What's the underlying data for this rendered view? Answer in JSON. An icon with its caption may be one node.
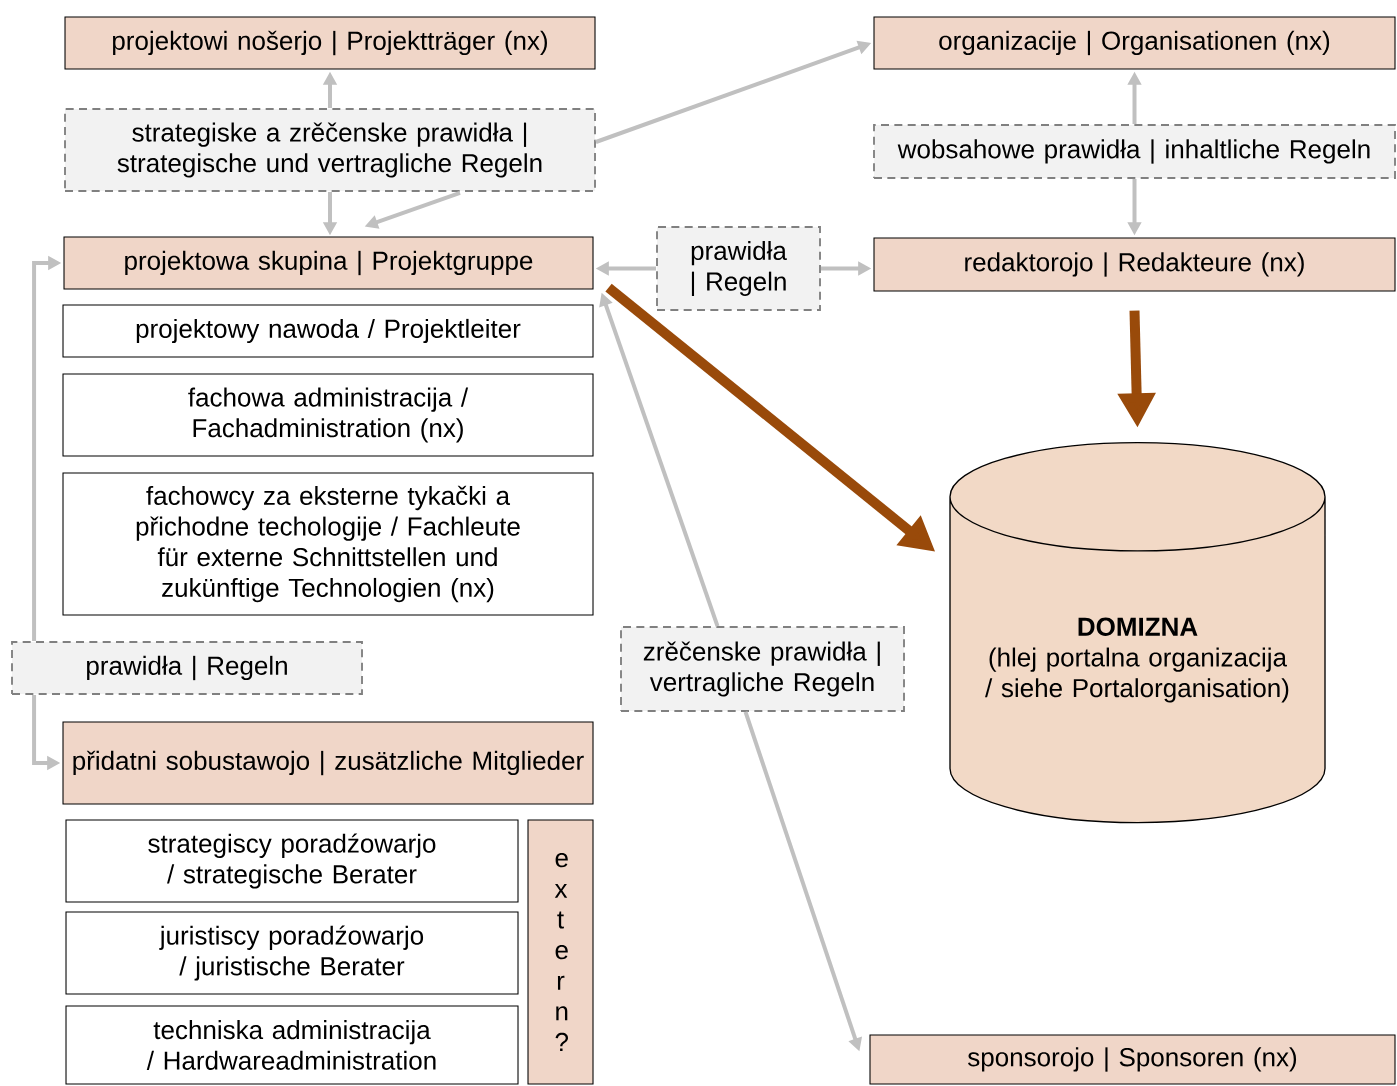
{
  "diagram": {
    "nodes": [
      {
        "text": [
          "projektowi nošerjo | Projektträger (nx)"
        ]
      },
      {
        "text": [
          "organizacije | Organisationen (nx)"
        ]
      },
      {
        "text": [
          "strategiske a zrěčenske prawidła | strategische und vertragliche Regeln"
        ]
      },
      {
        "text": [
          "wobsahowe prawidła | inhaltliche Regeln"
        ]
      },
      {
        "text": [
          "projektowa skupina | Projektgruppe"
        ]
      },
      {
        "text": [
          "prawidła | Regeln"
        ]
      },
      {
        "text": [
          "redaktorojo | Redakteure (nx)"
        ]
      },
      {
        "text": [
          "projektowy nawoda / Projektleiter"
        ]
      },
      {
        "text": [
          "fachowa administracija / Fachadministration (nx)"
        ]
      },
      {
        "text": [
          "fachowcy za eksterne tykački a přichodne techologije / Fachleute für externe Schnittstellen und zukünftige Technologien (nx)"
        ]
      },
      {
        "text": [
          "prawidła | Regeln"
        ]
      },
      {
        "text": [
          "zrěčenske prawidła | vertragliche Regeln"
        ]
      },
      {
        "text": [
          "DOMIZNA",
          "(hlej portalna organizacija / siehe Portalorganisation)"
        ]
      },
      {
        "text": [
          "přidatni sobustawojo | zusätzliche Mitglieder"
        ]
      },
      {
        "text": [
          "strategiscy poradźowarjo / strategische Berater"
        ]
      },
      {
        "text": [
          "juristiscy poradźowarjo / juristische Berater"
        ]
      },
      {
        "text": [
          "techniska administracija / Hardwareadministration"
        ]
      },
      {
        "text": [
          "e x t e r n ?"
        ]
      },
      {
        "text": [
          "sponsorojo | Sponsoren (nx)"
        ]
      }
    ],
    "edges": [
      {
        "from": 2,
        "to": 0,
        "arrow": "to"
      },
      {
        "from": 2,
        "to": 1,
        "arrow": "to"
      },
      {
        "from": 2,
        "to": 4,
        "arrow": "to"
      },
      {
        "from": 2,
        "to": 4,
        "arrow": "to"
      },
      {
        "from": 3,
        "to": 1,
        "arrow": "to"
      },
      {
        "from": 3,
        "to": 6,
        "arrow": "to"
      },
      {
        "from": 5,
        "to": 4,
        "arrow": "to"
      },
      {
        "from": 5,
        "to": 6,
        "arrow": "to"
      },
      {
        "from": 10,
        "to": 4,
        "arrow": "to"
      },
      {
        "from": 10,
        "to": 13,
        "arrow": "to"
      },
      {
        "from": 11,
        "to": 4,
        "arrow": "to"
      },
      {
        "from": 11,
        "to": 18,
        "arrow": "to"
      },
      {
        "from": 4,
        "to": 12,
        "arrow": "to",
        "style": "thick",
        "color": "#994a0a"
      },
      {
        "from": 6,
        "to": 12,
        "arrow": "to",
        "style": "thick",
        "color": "#994a0a"
      }
    ]
  }
}
